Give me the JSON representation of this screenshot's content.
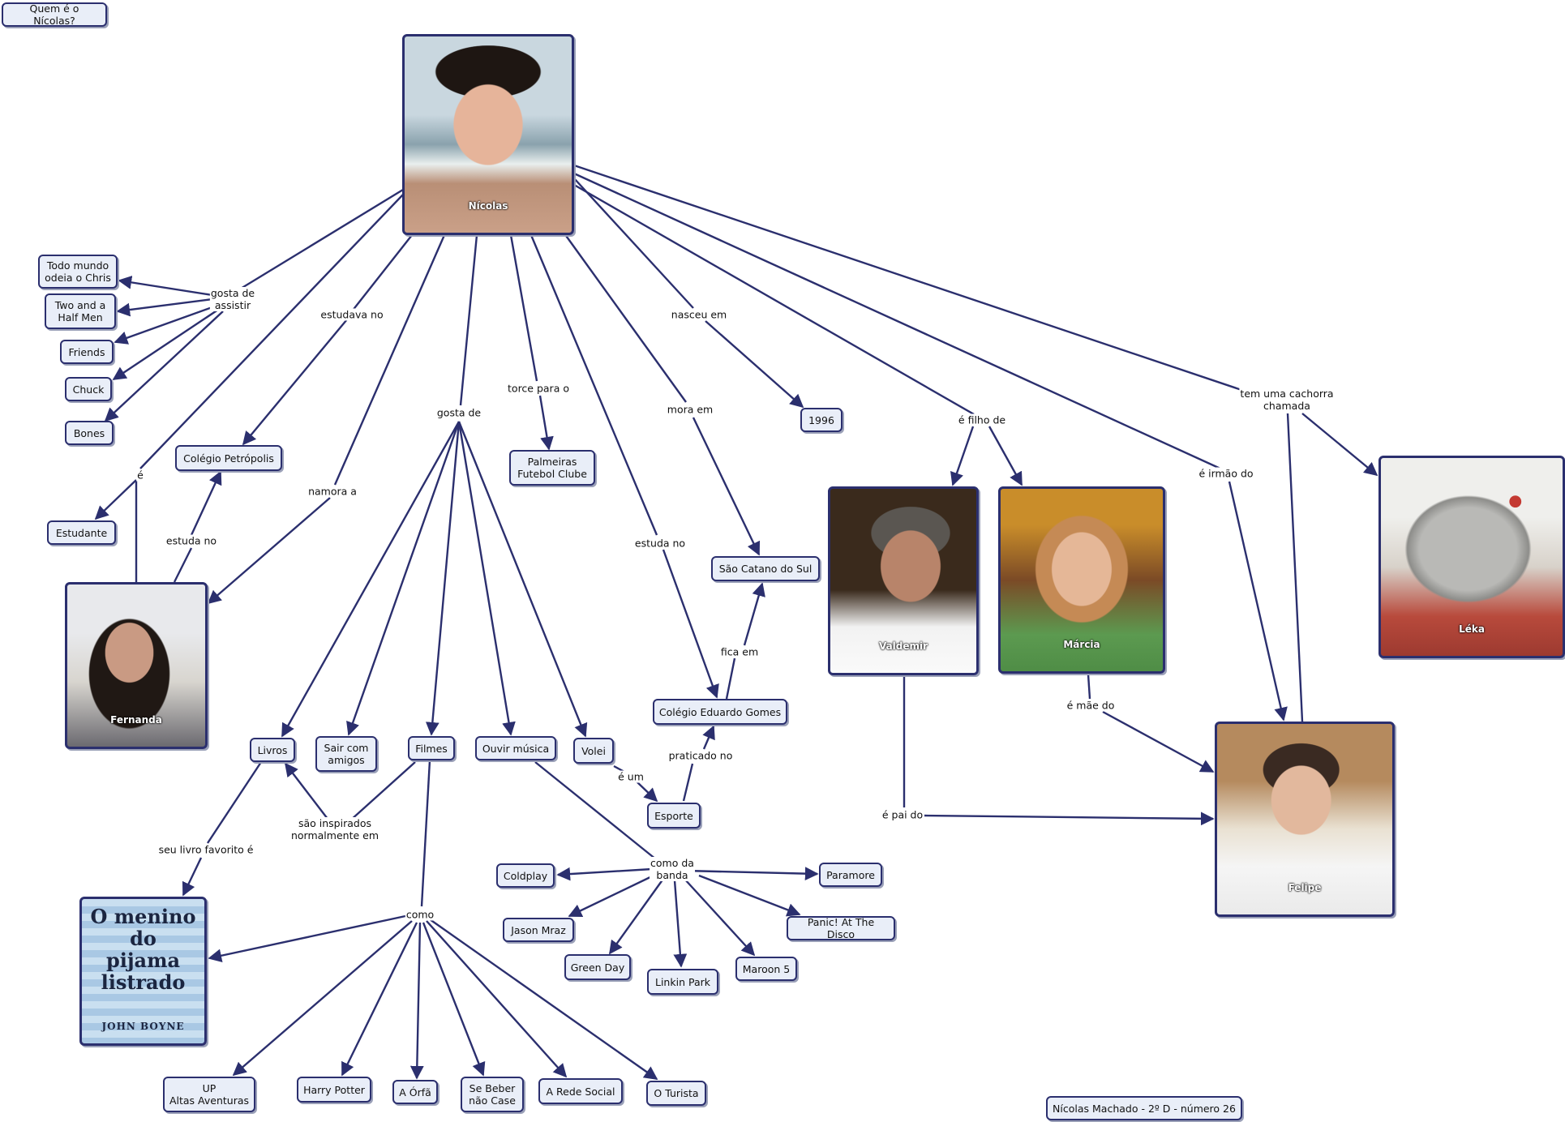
{
  "title_box": "Quem é o Nícolas?",
  "footer_box": "Nícolas Machado - 2º D - número 26",
  "colors": {
    "line": "#2b2f6e",
    "node_bg": "#e9eef8"
  },
  "people": {
    "nicolas": "Nícolas",
    "fernanda": "Fernanda",
    "valdemir": "Valdemir",
    "marcia": "Márcia",
    "felipe": "Felipe",
    "leka": "Léka"
  },
  "book_cover": {
    "title": "O menino\ndo\npijama\nlistrado",
    "author": "JOHN BOYNE"
  },
  "nodes": {
    "todo_mundo": "Todo mundo\nodeia o Chris",
    "two_and_half": "Two and a\nHalf Men",
    "friends": "Friends",
    "chuck": "Chuck",
    "bones": "Bones",
    "colegio_petropolis": "Colégio Petrópolis",
    "estudante": "Estudante",
    "palmeiras": "Palmeiras\nFutebol Clube",
    "ano_1996": "1996",
    "sao_caetano": "São Catano do Sul",
    "colegio_eduardo": "Colégio Eduardo Gomes",
    "livros": "Livros",
    "sair_amigos": "Sair com\namigos",
    "filmes": "Filmes",
    "ouvir_musica": "Ouvir música",
    "volei": "Volei",
    "esporte": "Esporte",
    "coldplay": "Coldplay",
    "paramore": "Paramore",
    "jason_mraz": "Jason Mraz",
    "panic": "Panic! At The Disco",
    "green_day": "Green Day",
    "linkin_park": "Linkin Park",
    "maroon5": "Maroon 5",
    "up": "UP\nAltas Aventuras",
    "harry_potter": "Harry Potter",
    "a_orfa": "A Órfã",
    "se_beber": "Se Beber\nnão Case",
    "rede_social": "A Rede Social",
    "o_turista": "O Turista"
  },
  "link_labels": {
    "gosta_assistir": "gosta de\nassistir",
    "estudava_no": "estudava no",
    "e": "é",
    "estuda_no_f": "estuda no",
    "namora_a": "namora a",
    "gosta_de": "gosta de",
    "torce_para": "torce para o",
    "nasceu_em": "nasceu em",
    "mora_em": "mora em",
    "estuda_no": "estuda no",
    "fica_em": "fica em",
    "praticado_no": "praticado no",
    "e_um": "é um",
    "e_filho_de": "é filho de",
    "tem_cachorra": "tem uma cachorra\nchamada",
    "e_irmao_do": "é irmão do",
    "e_mae_do": "é mãe do",
    "e_pai_do": "é pai do",
    "sao_inspirados": "são inspirados\nnormalmente em",
    "seu_livro": "seu livro favorito é",
    "como_da_banda": "como da\nbanda",
    "como": "como"
  }
}
